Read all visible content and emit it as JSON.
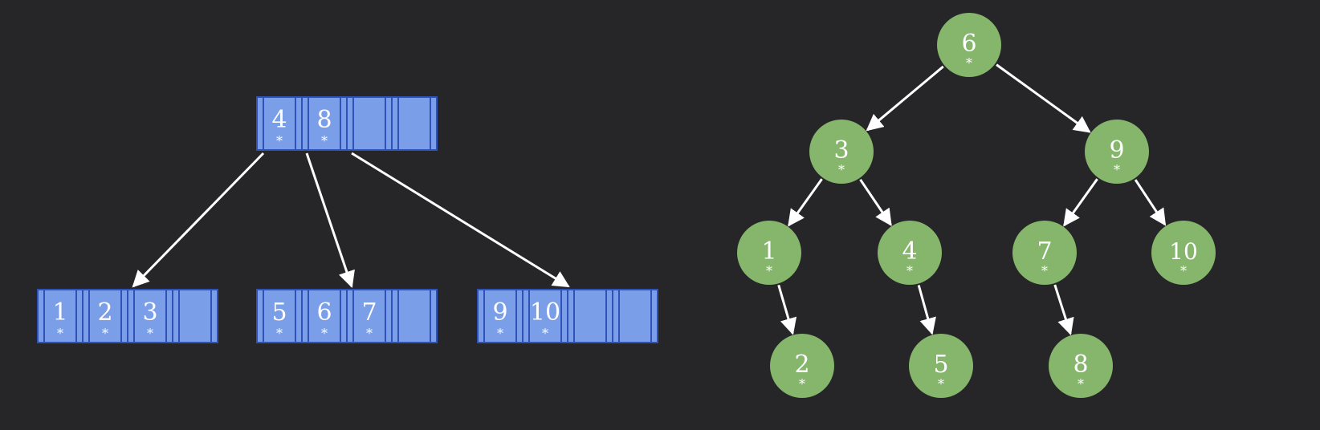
{
  "colors": {
    "background": "#262527",
    "btree_fill": "#7b9ee8",
    "btree_stroke": "#2f52b8",
    "bst_fill": "#85b66c",
    "arrow": "#ffffff",
    "text": "#ffffff"
  },
  "pointer_marker": "*",
  "btree": {
    "root": {
      "keys": [
        "4",
        "8",
        "",
        ""
      ]
    },
    "leaves": [
      {
        "keys": [
          "1",
          "2",
          "3",
          ""
        ]
      },
      {
        "keys": [
          "5",
          "6",
          "7",
          ""
        ]
      },
      {
        "keys": [
          "9",
          "10",
          "",
          ""
        ]
      }
    ],
    "edges": [
      {
        "from": "root",
        "to": 0
      },
      {
        "from": "root",
        "to": 1
      },
      {
        "from": "root",
        "to": 2
      }
    ]
  },
  "bst": {
    "nodes": [
      {
        "id": "n6",
        "label": "6"
      },
      {
        "id": "n3",
        "label": "3"
      },
      {
        "id": "n9",
        "label": "9"
      },
      {
        "id": "n1",
        "label": "1"
      },
      {
        "id": "n4",
        "label": "4"
      },
      {
        "id": "n7",
        "label": "7"
      },
      {
        "id": "n10",
        "label": "10"
      },
      {
        "id": "n2",
        "label": "2"
      },
      {
        "id": "n5",
        "label": "5"
      },
      {
        "id": "n8",
        "label": "8"
      }
    ],
    "edges": [
      {
        "from": "n6",
        "to": "n3"
      },
      {
        "from": "n6",
        "to": "n9"
      },
      {
        "from": "n3",
        "to": "n1"
      },
      {
        "from": "n3",
        "to": "n4"
      },
      {
        "from": "n9",
        "to": "n7"
      },
      {
        "from": "n9",
        "to": "n10"
      },
      {
        "from": "n1",
        "to": "n2"
      },
      {
        "from": "n4",
        "to": "n5"
      },
      {
        "from": "n7",
        "to": "n8"
      }
    ]
  }
}
